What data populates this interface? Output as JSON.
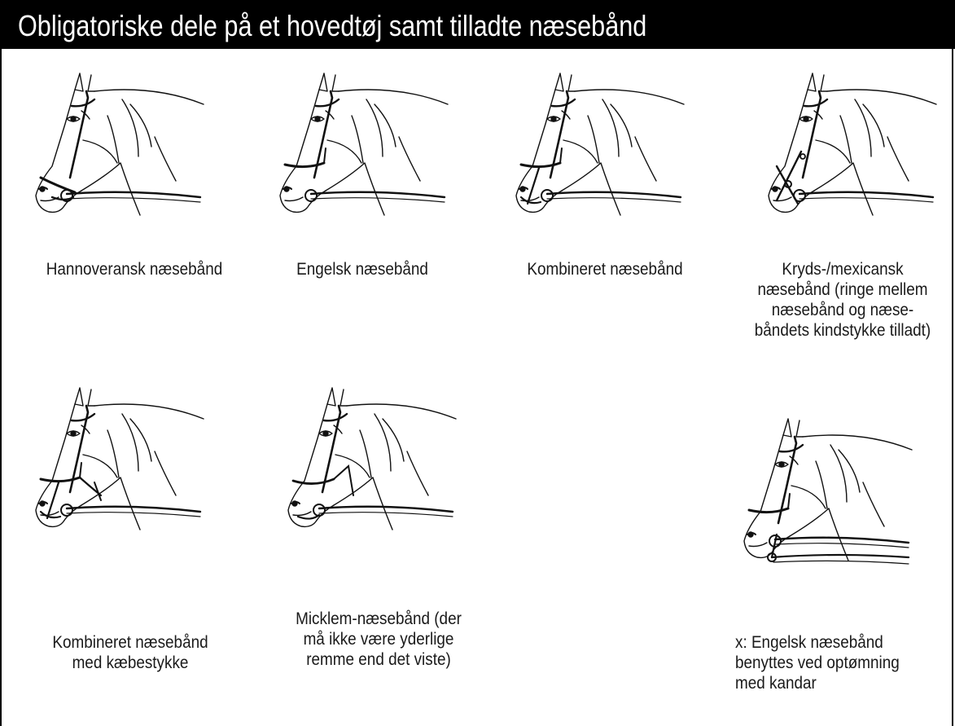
{
  "title": "Obligatoriske dele på et hovedtøj samt tilladte næsebånd",
  "panels": [
    {
      "icon": "horse-hanoverian-noseband-icon",
      "caption": [
        "Hannoveransk næsebånd"
      ]
    },
    {
      "icon": "horse-english-cavesson-icon",
      "caption": [
        "Engelsk næsebånd"
      ]
    },
    {
      "icon": "horse-combined-noseband-icon",
      "caption": [
        "Kombineret næsebånd"
      ]
    },
    {
      "icon": "horse-crossed-mexican-noseband-icon",
      "caption": [
        "Kryds-/mexicansk",
        "næsebånd (ringe mellem",
        "næsebånd og næse-",
        "båndets kindstykke tilladt)"
      ]
    },
    {
      "icon": "horse-combined-jaw-strap-icon",
      "caption": [
        "Kombineret næsebånd",
        "med kæbestykke"
      ]
    },
    {
      "icon": "horse-micklem-noseband-icon",
      "caption": [
        "Micklem-næsebånd (der",
        "må ikke være yderlige",
        "remme end det viste)"
      ]
    },
    {
      "icon": "horse-double-bridle-icon",
      "caption": [
        "x: Engelsk næsebånd",
        "benyttes ved optømning",
        "med kandar"
      ]
    }
  ]
}
